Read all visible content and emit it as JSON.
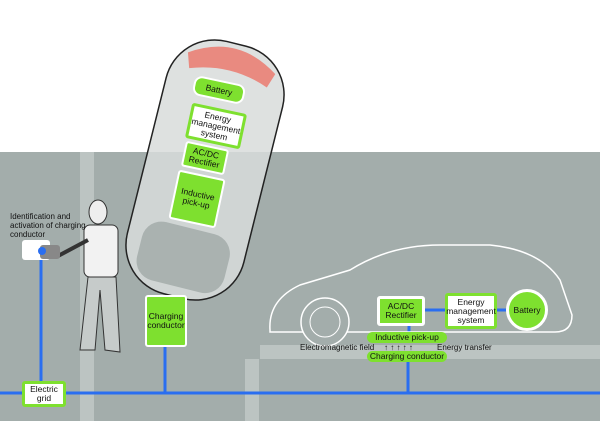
{
  "colors": {
    "accent_green": "#7ee02f",
    "cable_blue": "#2a6ef0",
    "ground_gray": "#a3adab"
  },
  "parked_car": {
    "battery": "Battery",
    "energy_management": "Energy management system",
    "rectifier": "AC/DC Rectifier",
    "inductive_pickup": "Inductive pick-up"
  },
  "ground": {
    "charging_conductor": "Charging conductor",
    "electric_grid": "Electric grid",
    "identification_note": "Identification and activation of charging conductor"
  },
  "moving_car": {
    "rectifier": "AC/DC Rectifier",
    "energy_management": "Energy management system",
    "battery": "Battery",
    "inductive_pickup": "Inductive pick-up",
    "electromagnetic_field": "Electromagnetic field",
    "field_arrows": "↑ ↑ ↑ ↑ ↑",
    "energy_transfer": "Energy transfer",
    "charging_conductor": "Charging conductor"
  }
}
